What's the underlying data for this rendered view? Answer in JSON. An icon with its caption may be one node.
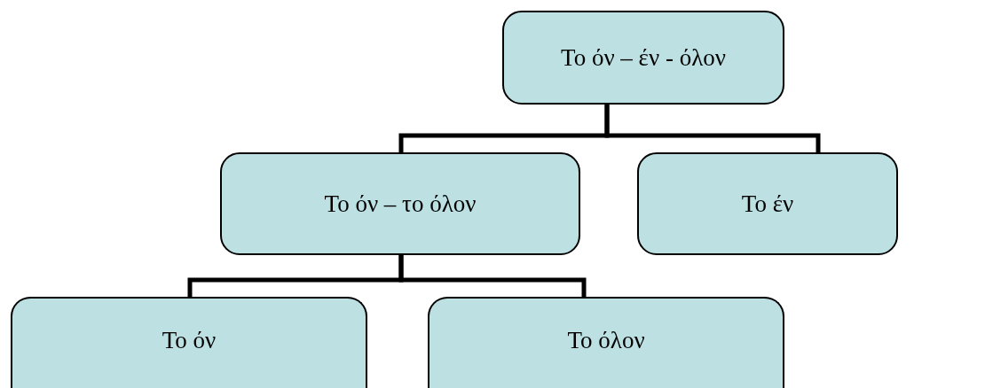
{
  "diagram": {
    "nodes": [
      {
        "text": [
          "Το όν – έν - όλον"
        ]
      },
      {
        "text": [
          "Το όν – το όλον"
        ]
      },
      {
        "text": [
          "Το έν"
        ]
      },
      {
        "text": [
          "Το όν"
        ]
      },
      {
        "text": [
          "Το όλον"
        ]
      }
    ],
    "edges": [
      {
        "from": 0,
        "to": 1,
        "arrow": "none"
      },
      {
        "from": 0,
        "to": 2,
        "arrow": "none"
      },
      {
        "from": 1,
        "to": 3,
        "arrow": "none"
      },
      {
        "from": 1,
        "to": 4,
        "arrow": "none"
      }
    ]
  }
}
